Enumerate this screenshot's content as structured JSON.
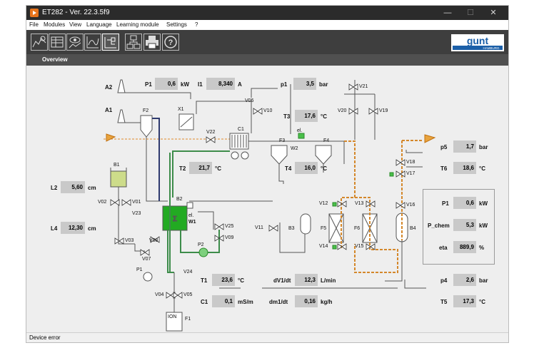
{
  "window": {
    "title": "ET282 - Ver. 22.3.5f9",
    "controls": [
      "—",
      "☐",
      "✕"
    ]
  },
  "menu": [
    "File",
    "Modules",
    "View",
    "Language",
    "Learning module",
    "Settings",
    "?"
  ],
  "toolbar": {
    "buttons": [
      "process-schematic",
      "data-table",
      "measurement-view",
      "chart-view",
      "overview-diagram",
      "network",
      "print",
      "help"
    ],
    "logo_text": "gunt",
    "logo_sub": "HAMBURG"
  },
  "view_title": "Overview",
  "readings": {
    "P1_top": {
      "label": "P1",
      "value": "0,6",
      "unit": "kW"
    },
    "I1": {
      "label": "I1",
      "value": "8,340",
      "unit": "A"
    },
    "p1": {
      "label": "p1",
      "value": "3,5",
      "unit": "bar"
    },
    "T3": {
      "label": "T3",
      "value": "17,6",
      "unit": "°C"
    },
    "T2": {
      "label": "T2",
      "value": "21,7",
      "unit": "°C"
    },
    "T4": {
      "label": "T4",
      "value": "16,0",
      "unit": "°C"
    },
    "L2": {
      "label": "L2",
      "value": "5,60",
      "unit": "cm"
    },
    "L4": {
      "label": "L4",
      "value": "12,30",
      "unit": "cm"
    },
    "p5": {
      "label": "p5",
      "value": "1,7",
      "unit": "bar"
    },
    "T6": {
      "label": "T6",
      "value": "18,6",
      "unit": "°C"
    },
    "T1": {
      "label": "T1",
      "value": "23,6",
      "unit": "°C"
    },
    "C1": {
      "label": "C1",
      "value": "0,1",
      "unit": "mS/m"
    },
    "dV1dt": {
      "label": "dV1/dt",
      "value": "12,3",
      "unit": "L/min"
    },
    "dm1dt": {
      "label": "dm1/dt",
      "value": "0,16",
      "unit": "kg/h"
    },
    "p4": {
      "label": "p4",
      "value": "2,6",
      "unit": "bar"
    },
    "T5": {
      "label": "T5",
      "value": "17,3",
      "unit": "°C"
    }
  },
  "results": {
    "P1": {
      "label": "P1",
      "value": "0,6",
      "unit": "kW"
    },
    "P_chem": {
      "label": "P_chem",
      "value": "5,3",
      "unit": "kW"
    },
    "eta": {
      "label": "eta",
      "value": "889,9",
      "unit": "%"
    }
  },
  "components": {
    "A2": "A2",
    "A1": "A1",
    "F2": "F2",
    "X1": "X1",
    "C1": "C1",
    "F3": "F3",
    "F4": "F4",
    "W2": "W2",
    "el": "el.",
    "B1": "B1",
    "B2": "B2",
    "W1": "W1",
    "el2": "el.",
    "P2": "P2",
    "P1": "P1",
    "B3": "B3",
    "F5": "F5",
    "F6": "F6",
    "B4": "B4",
    "F1": "F1",
    "ION": "ION"
  },
  "valves": {
    "V21": "V21",
    "V06": "V06",
    "V10": "V10",
    "V22": "V22",
    "V20": "V20",
    "V19": "V19",
    "V18": "V18",
    "V17": "V17",
    "V16": "V16",
    "V12": "V12",
    "V13": "V13",
    "V14": "V14",
    "V15": "V15",
    "V11": "V11",
    "V02": "V02",
    "V01": "V01",
    "V23": "V23",
    "V03": "V03",
    "V08": "V08",
    "V07": "V07",
    "V25": "V25",
    "V09": "V09",
    "V24": "V24",
    "V04": "V04",
    "V05": "V05"
  },
  "status": "Device error",
  "colors": {
    "title_bar": "#2b2b2b",
    "toolbar": "#3e3e3e",
    "view_bar": "#505050",
    "canvas": "#eeeeee",
    "value_box": "#c9c9c9",
    "hydrogen_line": "#d4872a",
    "water_line": "#3d8c4a",
    "gas_line": "#2e3a6e",
    "stack_green": "#22aa22",
    "logo_blue": "#1b5fa8"
  }
}
